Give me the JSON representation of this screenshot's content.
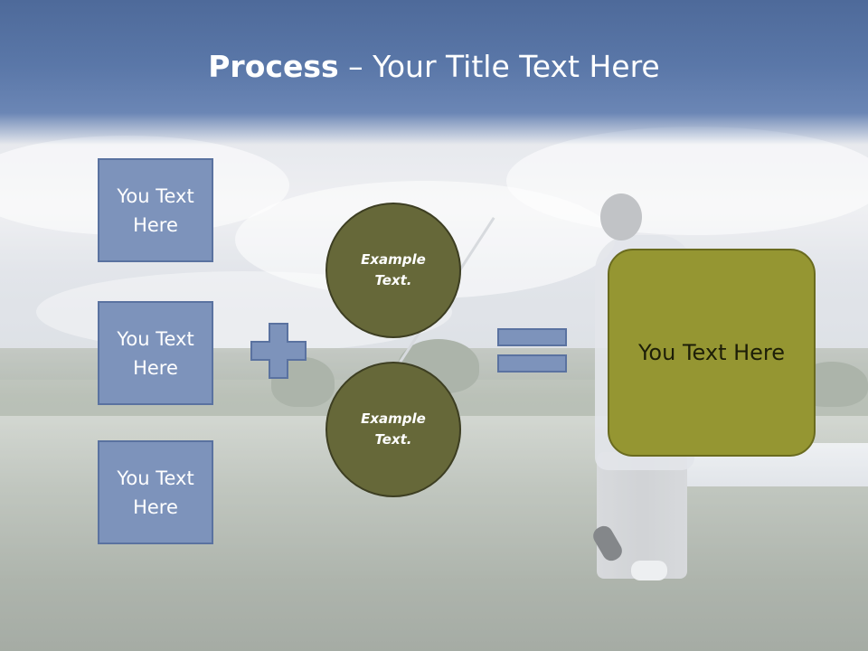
{
  "title": {
    "bold": "Process",
    "separator": " – ",
    "rest": "Your Title Text Here"
  },
  "left_boxes": [
    {
      "label": "You Text Here"
    },
    {
      "label": "You Text Here"
    },
    {
      "label": "You Text Here"
    }
  ],
  "circles": [
    {
      "label": "Example Text."
    },
    {
      "label": "Example Text."
    }
  ],
  "result": {
    "label": "You Text Here"
  },
  "colors": {
    "header_blue": "#5a77a8",
    "box_fill": "#7d93bb",
    "box_border": "#5a72a0",
    "circle_fill": "#666839",
    "result_fill": "#959632"
  },
  "icons": {
    "operator_plus": "plus-icon",
    "operator_equals": "equals-icon"
  }
}
